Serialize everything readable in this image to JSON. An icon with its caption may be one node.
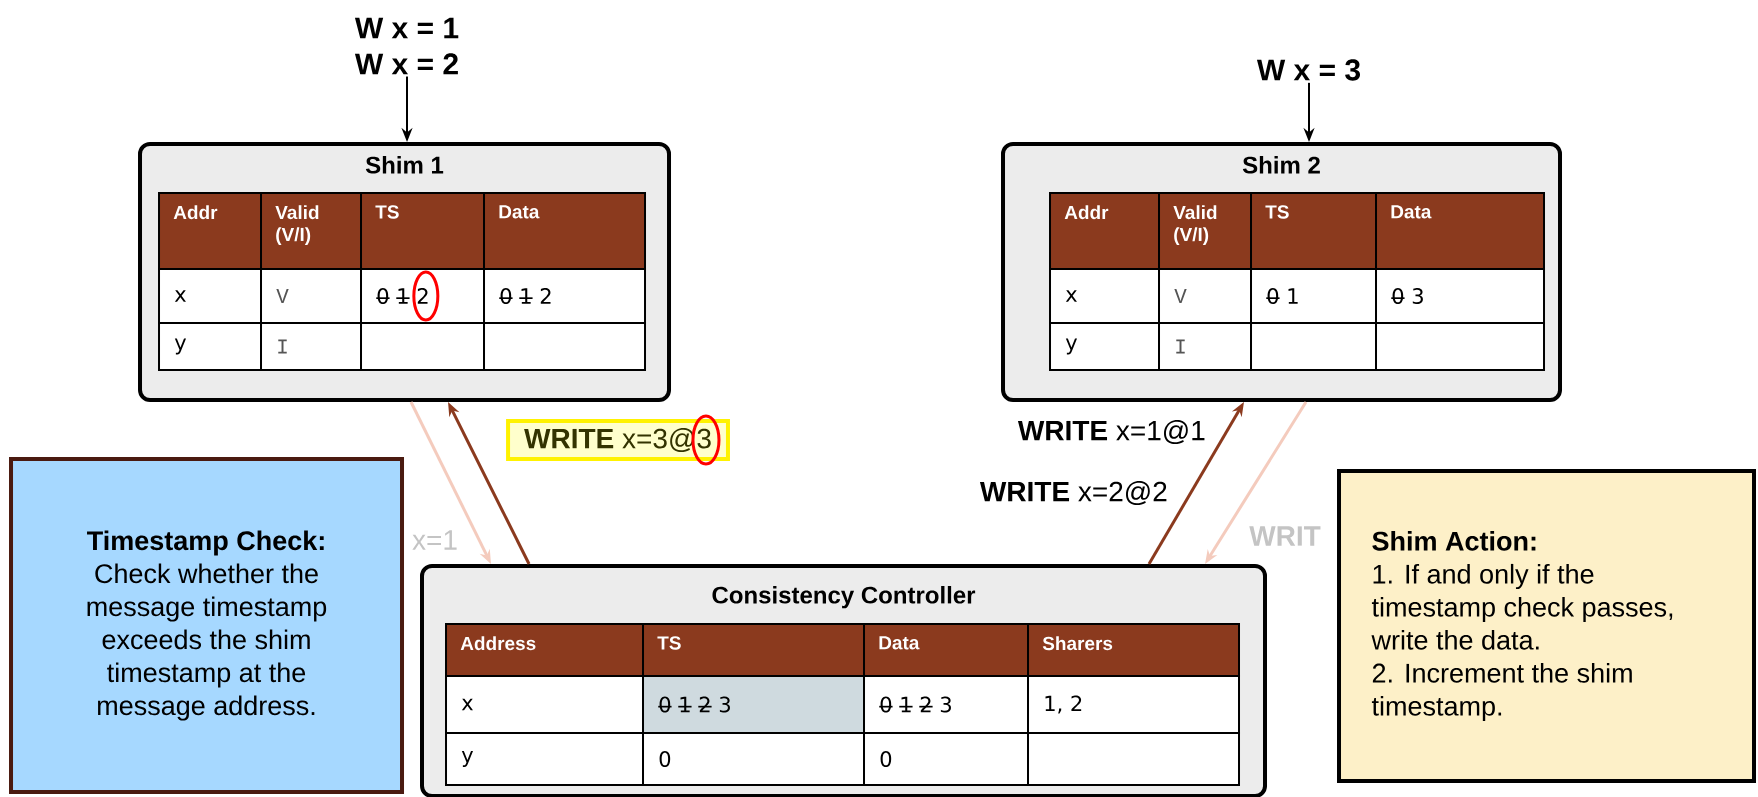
{
  "diagram": {
    "nodes": [
      {
        "text": [
          "W x = 1",
          "W x = 2"
        ]
      },
      {
        "text": [
          "Shim 1"
        ]
      },
      {
        "text": [
          "W x = 3"
        ]
      },
      {
        "text": [
          "Shim 2"
        ]
      },
      {
        "text": [
          "Timestamp Check:",
          "Check whether the message timestamp exceeds the shim timestamp at the message address."
        ]
      },
      {
        "text": [
          "Consistency Controller"
        ]
      },
      {
        "text": [
          "Shim Action:",
          "1. If and only if the timestamp check passes, write the data.",
          "2. Increment the shim timestamp."
        ]
      }
    ],
    "edges": [
      {
        "from": 0,
        "to": 1,
        "arrow": "to"
      },
      {
        "from": 2,
        "to": 3,
        "arrow": "to"
      },
      {
        "from": 1,
        "to": 5,
        "arrow": "to",
        "label": "x=1",
        "color": "#f4cbbd"
      },
      {
        "from": 5,
        "to": 1,
        "arrow": "to",
        "label": "**WRITE** x=3@3",
        "color": "#8b3a1e"
      },
      {
        "from": 5,
        "to": 3,
        "arrow": "to",
        "label": "**WRITE** x=1@1",
        "color": "#8b3a1e"
      },
      {
        "from": 3,
        "to": 5,
        "arrow": "to",
        "label": "WRIT",
        "color": "#f4cbbd"
      }
    ],
    "labels": [
      "Addr",
      "Valid (V/I)",
      "TS",
      "Data",
      "x",
      "V",
      "0̶ 1̶ 2",
      "0̶ 1̶ 2",
      "y",
      "I",
      "Addr",
      "Valid (V/I)",
      "TS",
      "Data",
      "x",
      "V",
      "0̶ 1",
      "0̶ 3",
      "y",
      "I",
      "Address",
      "TS",
      "Data",
      "Sharers",
      "x",
      "0̶ 1̶ 2̶ 3",
      "0̶ 1̶ 2̶ 3",
      "1, 2",
      "y",
      "0",
      "0",
      "**WRITE** x=2@2"
    ]
  }
}
